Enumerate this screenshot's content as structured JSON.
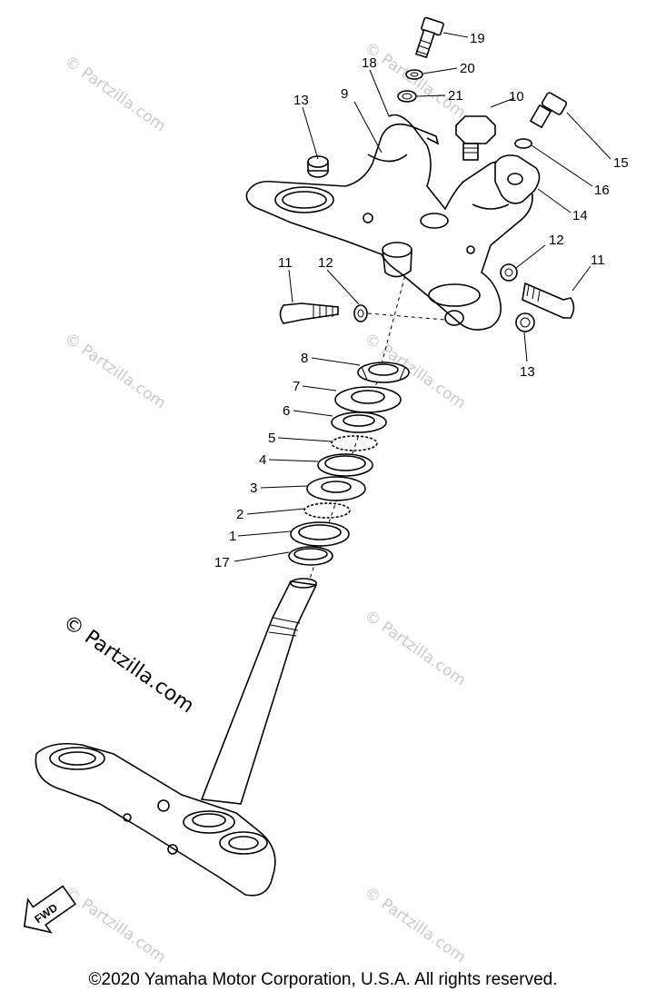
{
  "watermark": {
    "text": "© Partzilla.com",
    "feature_text": "© Partzilla.com"
  },
  "part_labels": [
    "19",
    "20",
    "21",
    "18",
    "10",
    "9",
    "13",
    "15",
    "16",
    "14",
    "12",
    "11",
    "11",
    "12",
    "13",
    "8",
    "7",
    "6",
    "5",
    "4",
    "3",
    "2",
    "1",
    "17"
  ],
  "fwd_badge": "FWD",
  "copyright": "©2020 Yamaha Motor Corporation, U.S.A. All rights reserved."
}
